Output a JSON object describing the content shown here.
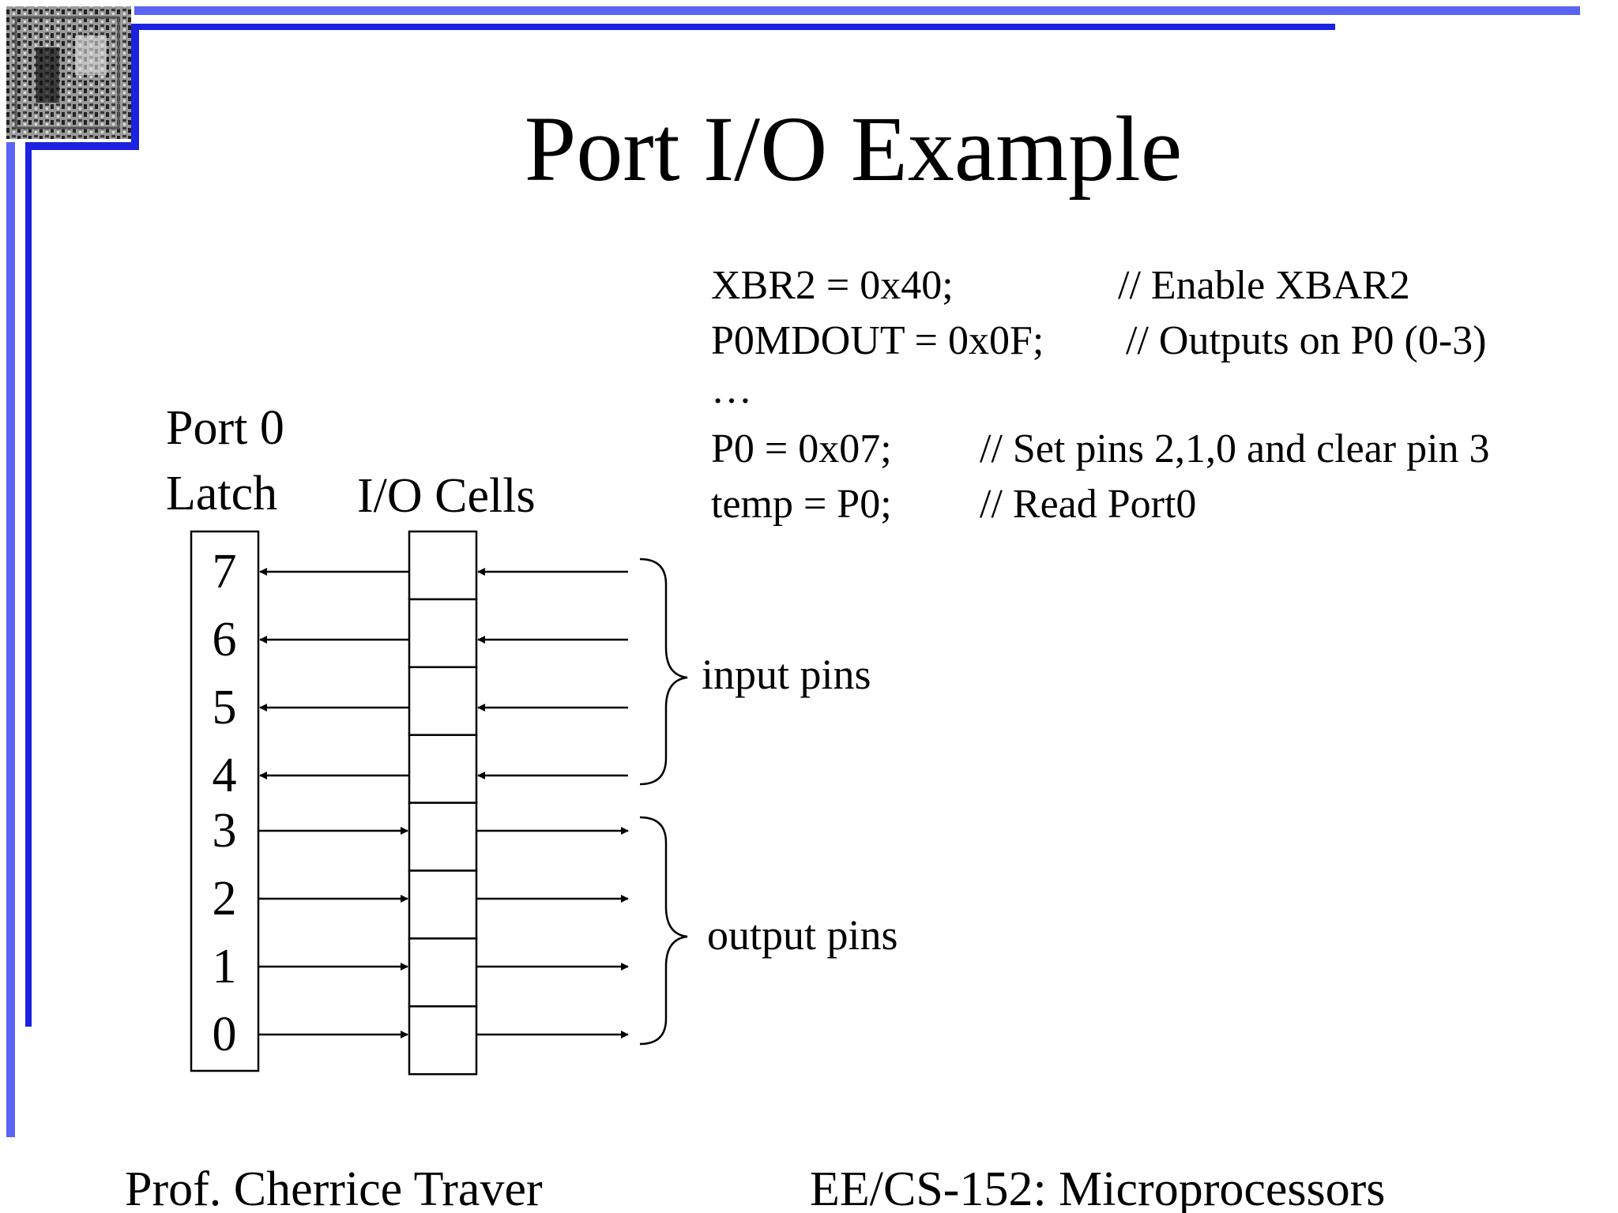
{
  "slide": {
    "title": "Port I/O Example",
    "footer_left": "Prof. Cherrice Traver",
    "footer_right": "EE/CS-152: Microprocessors"
  },
  "code": {
    "lines": [
      {
        "code": "XBR2 = 0x40;",
        "comment": "// Enable XBAR2"
      },
      {
        "code": "P0MDOUT = 0x0F;",
        "comment": "// Outputs on P0 (0-3)"
      },
      {
        "code": "…",
        "comment": ""
      },
      {
        "code": "P0 = 0x07;",
        "comment": "// Set pins 2,1,0 and clear pin 3"
      },
      {
        "code": "temp = P0;",
        "comment": "// Read Port0"
      }
    ]
  },
  "diagram": {
    "latch_label_line1": "Port 0",
    "latch_label_line2": "Latch",
    "cells_label": "I/O Cells",
    "bits": [
      "7",
      "6",
      "5",
      "4",
      "3",
      "2",
      "1",
      "0"
    ],
    "input_label": "input pins",
    "output_label": "output pins"
  },
  "colors": {
    "accent_blue": "#4f5bf0",
    "border_blue": "#1b22e0"
  },
  "icons": {
    "logo": "chip-die-photo-icon"
  }
}
